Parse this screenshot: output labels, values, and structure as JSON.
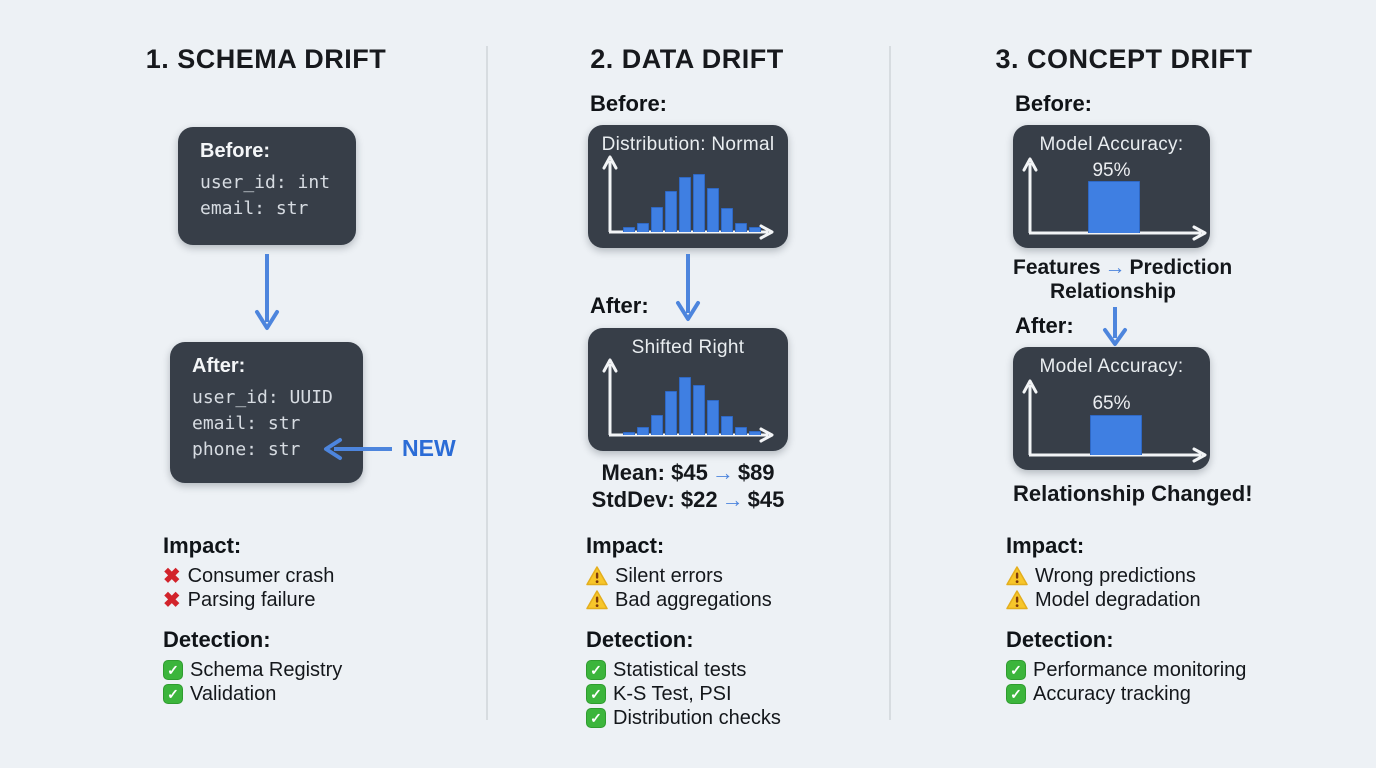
{
  "glyphs": {
    "right_arrow": "→",
    "cross": "✖",
    "check": "✓"
  },
  "colors": {
    "background": "#edf1f5",
    "box_background": "#373e48",
    "bar_blue": "#3f7fe2",
    "arrow_blue": "#4d85dd",
    "new_label_blue": "#2b6cd6",
    "cross_red": "#d2232b",
    "check_green": "#3cb53c",
    "warning_yellow": "#f7c62a"
  },
  "columns": [
    {
      "title": "1. SCHEMA DRIFT",
      "before": {
        "label": "Before:",
        "code": [
          "user_id: int",
          "email: str"
        ]
      },
      "after": {
        "label": "After:",
        "code": [
          "user_id: UUID",
          "email: str",
          "phone: str"
        ]
      },
      "new_label": "NEW",
      "impact": {
        "heading": "Impact:",
        "items": [
          {
            "icon": "cross-mark",
            "text": "Consumer crash"
          },
          {
            "icon": "cross-mark",
            "text": "Parsing failure"
          }
        ]
      },
      "detection": {
        "heading": "Detection:",
        "items": [
          {
            "icon": "check-box",
            "text": "Schema Registry"
          },
          {
            "icon": "check-box",
            "text": "Validation"
          }
        ]
      }
    },
    {
      "title": "2. DATA DRIFT",
      "before_label": "Before:",
      "before_chart": {
        "title": "Distribution: Normal"
      },
      "after_label": "After:",
      "after_chart": {
        "title": "Shifted Right"
      },
      "stats": [
        {
          "from": "Mean: $45",
          "to": "$89"
        },
        {
          "from": "StdDev: $22",
          "to": "$45"
        }
      ],
      "impact": {
        "heading": "Impact:",
        "items": [
          {
            "icon": "warning-triangle",
            "text": "Silent errors"
          },
          {
            "icon": "warning-triangle",
            "text": "Bad aggregations"
          }
        ]
      },
      "detection": {
        "heading": "Detection:",
        "items": [
          {
            "icon": "check-box",
            "text": "Statistical tests"
          },
          {
            "icon": "check-box",
            "text": "K-S Test, PSI"
          },
          {
            "icon": "check-box",
            "text": "Distribution checks"
          }
        ]
      }
    },
    {
      "title": "3. CONCEPT DRIFT",
      "before_label": "Before:",
      "before_chart": {
        "title": "Model Accuracy:",
        "value_label": "95%"
      },
      "relationship": {
        "left": "Features",
        "right": "Prediction",
        "second_line": "Relationship"
      },
      "after_label": "After:",
      "after_chart": {
        "title": "Model Accuracy:",
        "value_label": "65%"
      },
      "changed_text": "Relationship Changed!",
      "impact": {
        "heading": "Impact:",
        "items": [
          {
            "icon": "warning-triangle",
            "text": "Wrong predictions"
          },
          {
            "icon": "warning-triangle",
            "text": "Model degradation"
          }
        ]
      },
      "detection": {
        "heading": "Detection:",
        "items": [
          {
            "icon": "check-box",
            "text": "Performance monitoring"
          },
          {
            "icon": "check-box",
            "text": "Accuracy tracking"
          }
        ]
      }
    }
  ],
  "chart_data": [
    {
      "type": "bar",
      "title": "Distribution: Normal",
      "values": [
        8,
        15,
        40,
        65,
        88,
        92,
        70,
        38,
        15,
        8
      ],
      "xlabel": "",
      "ylabel": "",
      "note": "unlabeled axes with arrowheads"
    },
    {
      "type": "bar",
      "title": "Shifted Right",
      "values": [
        5,
        12,
        32,
        70,
        92,
        80,
        56,
        30,
        13,
        6
      ],
      "xlabel": "",
      "ylabel": "",
      "note": "unlabeled axes with arrowheads"
    },
    {
      "type": "bar",
      "title": "Model Accuracy: 95%",
      "values": [
        95
      ],
      "ylim": [
        0,
        100
      ]
    },
    {
      "type": "bar",
      "title": "Model Accuracy: 65%",
      "values": [
        65
      ],
      "ylim": [
        0,
        100
      ]
    }
  ]
}
